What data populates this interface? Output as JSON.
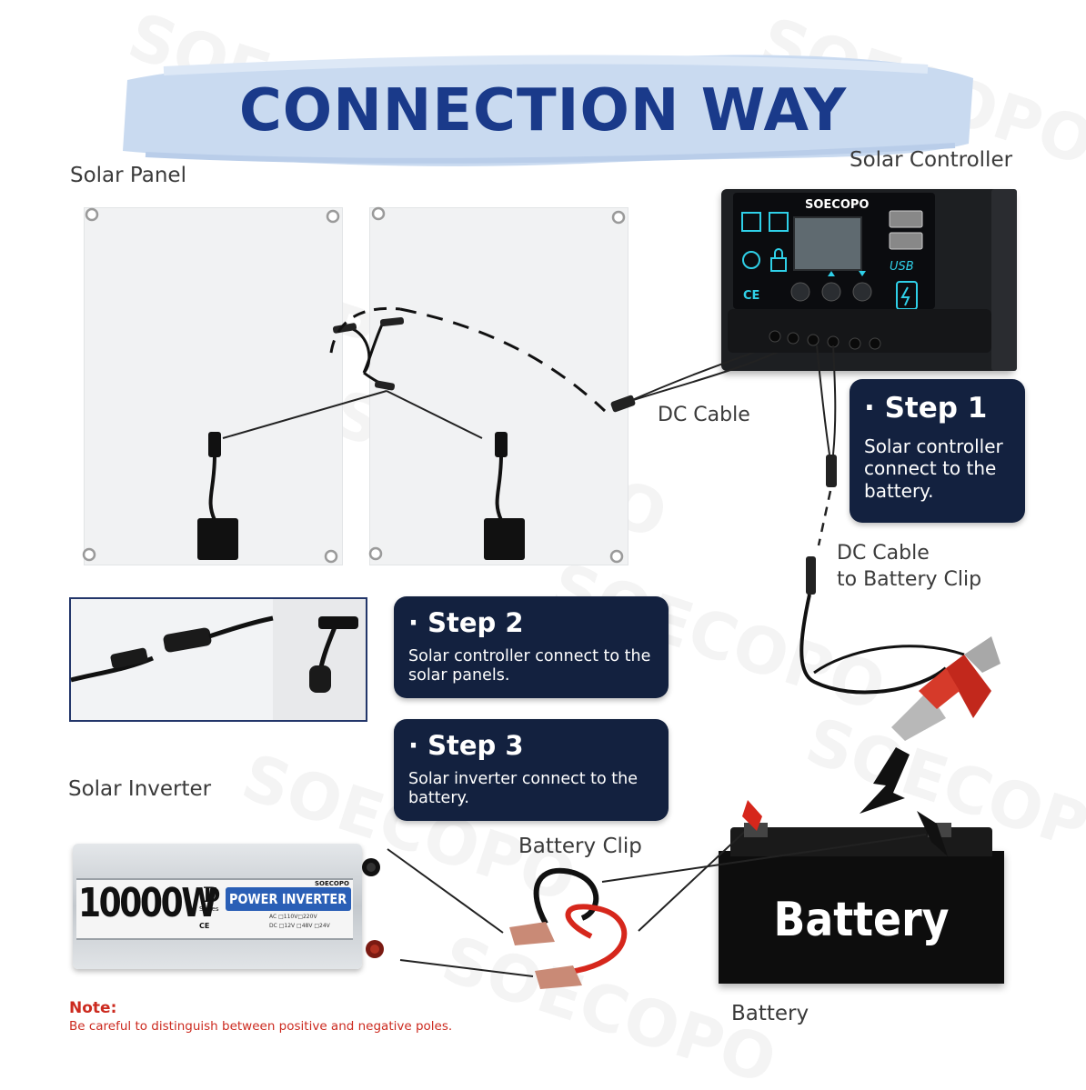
{
  "header": {
    "title": "CONNECTION WAY"
  },
  "labels": {
    "solar_panel": "Solar Panel",
    "solar_controller": "Solar Controller",
    "dc_cable": "DC Cable",
    "dc_cable_battery_line1": "DC Cable",
    "dc_cable_battery_line2": "to Battery Clip",
    "solar_inverter": "Solar Inverter",
    "battery_clip": "Battery Clip",
    "battery": "Battery"
  },
  "steps": [
    {
      "title": "Step 1",
      "desc": "Solar controller\nconnect to the\nbattery."
    },
    {
      "title": "Step 2",
      "desc": "Solar controller connect to the\nsolar panels."
    },
    {
      "title": "Step 3",
      "desc": "Solar inverter connect to the\nbattery."
    }
  ],
  "controller": {
    "brand": "SOECOPO",
    "usb": "USB",
    "ce": "CE"
  },
  "inverter": {
    "wattage": "10000W",
    "series_letter": "D",
    "series_word": "Series",
    "brand": "SOECOPO",
    "product": "POWER INVERTER",
    "ac_line": "AC □110V□220V",
    "dc_line": "DC □12V □48V □24V",
    "ce": "CE"
  },
  "battery_box": {
    "text": "Battery"
  },
  "watermark": "SOECOPO",
  "note": {
    "title": "Note:",
    "text": "Be careful to distinguish between positive and negative poles."
  },
  "colors": {
    "title_blue": "#1a3a8a",
    "card_navy": "#13213f",
    "note_red": "#cc2a1f",
    "brush_blue": "#c9daf0",
    "clip_red": "#d63a2a",
    "screen_cyan": "#2fd0e8"
  }
}
